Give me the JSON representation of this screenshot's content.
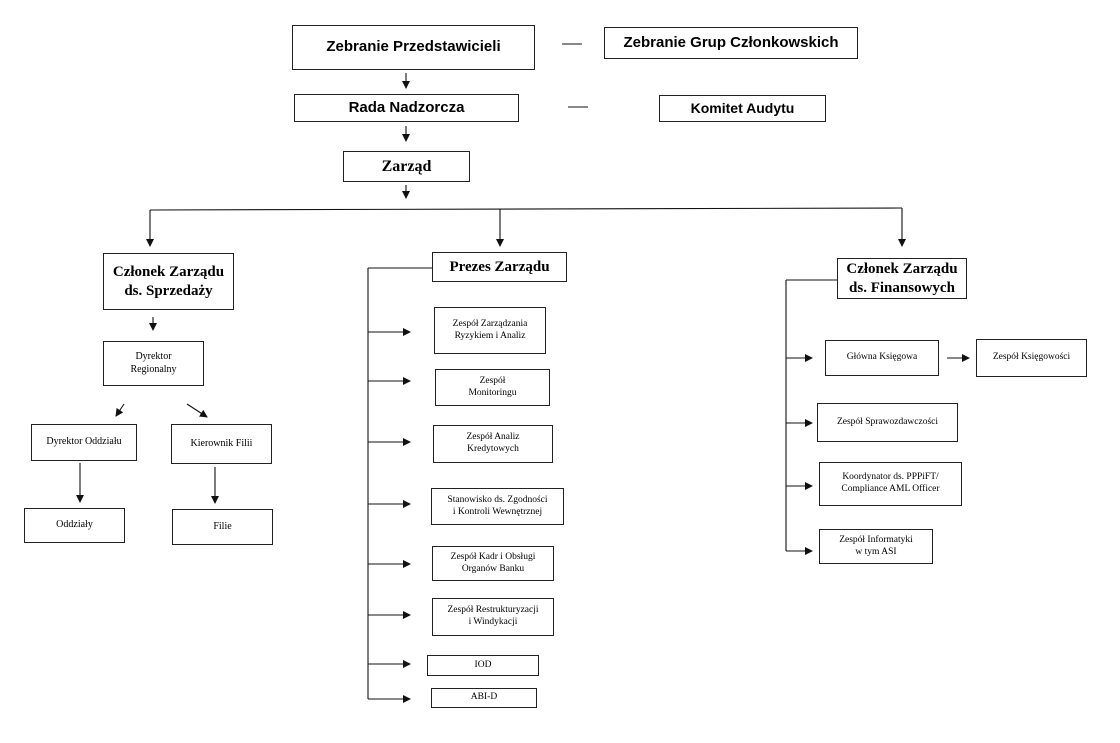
{
  "top": {
    "zebranie_przedstawicieli": "Zebranie Przedstawicieli",
    "zebranie_grup": "Zebranie Grup Członkowskich",
    "rada_nadzorcza": "Rada Nadzorcza",
    "komitet_audytu": "Komitet Audytu",
    "zarzad": "Zarząd"
  },
  "sales": {
    "head": "Członek Zarządu\nds. Sprzedaży",
    "dyrektor_regionalny": "Dyrektor\nRegionalny",
    "dyrektor_oddzialu": "Dyrektor Oddziału",
    "kierownik_filii": "Kierownik Filii",
    "oddzialy": "Oddziały",
    "filie": "Filie"
  },
  "president": {
    "head": "Prezes Zarządu",
    "units": [
      "Zespół Zarządzania\nRyzykiem i Analiz",
      "Zespół\nMonitoringu",
      "Zespół Analiz\nKredytowych",
      "Stanowisko ds. Zgodności\ni Kontroli Wewnętrznej",
      "Zespół Kadr i Obsługi\nOrganów Banku",
      "Zespół Restrukturyzacji\ni Windykacji",
      "IOD",
      "ABI-D"
    ]
  },
  "finance": {
    "head": "Członek Zarządu\nds. Finansowych",
    "glowna_ksiegowa": "Główna Księgowa",
    "zespol_ksiegowosci": "Zespół Księgowości",
    "zespol_sprawozdawczosci": "Zespół Sprawozdawczości",
    "koordynator": "Koordynator ds. PPPiFT/\nCompliance AML Officer",
    "zespol_informatyki": "Zespół Informatyki\nw tym ASI"
  }
}
